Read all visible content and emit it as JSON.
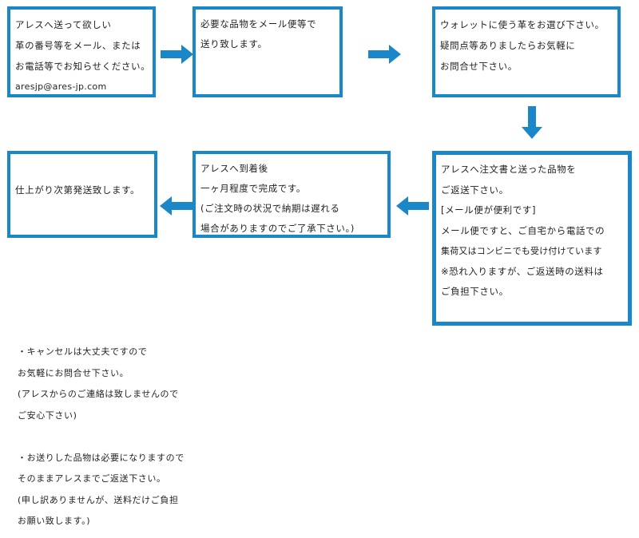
{
  "steps": [
    {
      "lines": [
        "アレスへ送って欲しい",
        "革の番号等をメール、または",
        "お電話等でお知らせください。",
        "aresjp@ares-jp.com"
      ]
    },
    {
      "lines": [
        "必要な品物をメール便等で",
        "送り致します。"
      ]
    },
    {
      "lines": [
        "ウォレットに使う革をお選び下さい。",
        "疑問点等ありましたらお気軽に",
        "お問合せ下さい。"
      ]
    },
    {
      "lines": [
        "アレスへ注文書と送った品物を",
        "ご返送下さい。",
        "[メール便が便利です]",
        "メール便ですと、ご自宅から電話での",
        "集荷又はコンビニでも受け付けています",
        "※恐れ入りますが、ご返送時の送料は",
        "ご負担下さい。"
      ]
    },
    {
      "lines": [
        "アレスへ到着後",
        "一ヶ月程度で完成です。",
        "(ご注文時の状況で納期は遅れる",
        "場合がありますのでご了承下さい。)"
      ]
    },
    {
      "lines": [
        "仕上がり次第発送致します。"
      ]
    }
  ],
  "notes": {
    "cancel": [
      "・キャンセルは大丈夫ですので",
      "お気軽にお問合せ下さい。",
      "(アレスからのご連絡は致しませんので",
      "ご安心下さい)"
    ],
    "return": [
      "・お送りした品物は必要になりますので",
      "そのままアレスまでご返送下さい。",
      "(申し訳ありませんが、送料だけご負担",
      "お願い致します。)"
    ]
  },
  "colors": {
    "accent": "#1a87c8"
  }
}
